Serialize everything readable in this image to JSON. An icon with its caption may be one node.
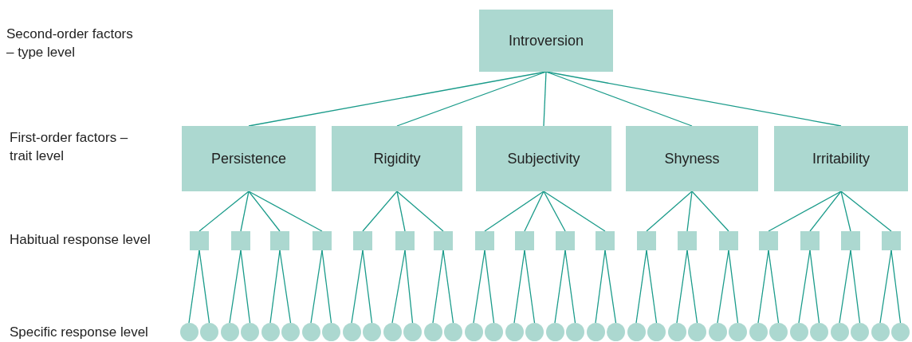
{
  "diagram": {
    "nodes": [
      {
        "text": [
          "Introversion"
        ]
      },
      {
        "text": [
          "Persistence"
        ]
      },
      {
        "text": [
          "Rigidity"
        ]
      },
      {
        "text": [
          "Subjectivity"
        ]
      },
      {
        "text": [
          "Shyness"
        ]
      },
      {
        "text": [
          "Irritability"
        ]
      },
      {
        "text": [],
        "shape": "box"
      },
      {
        "text": [],
        "shape": "box"
      },
      {
        "text": [],
        "shape": "box"
      },
      {
        "text": [],
        "shape": "box"
      },
      {
        "text": [],
        "shape": "box"
      },
      {
        "text": [],
        "shape": "box"
      },
      {
        "text": [],
        "shape": "box"
      },
      {
        "text": [],
        "shape": "box"
      },
      {
        "text": [],
        "shape": "box"
      },
      {
        "text": [],
        "shape": "box"
      },
      {
        "text": [],
        "shape": "box"
      },
      {
        "text": [],
        "shape": "box"
      },
      {
        "text": [],
        "shape": "box"
      },
      {
        "text": [],
        "shape": "box"
      },
      {
        "text": [],
        "shape": "box"
      },
      {
        "text": [],
        "shape": "box"
      },
      {
        "text": [],
        "shape": "box"
      },
      {
        "text": [],
        "shape": "box"
      },
      {
        "text": [],
        "shape": "circle"
      },
      {
        "text": [],
        "shape": "circle"
      },
      {
        "text": [],
        "shape": "circle"
      },
      {
        "text": [],
        "shape": "circle"
      },
      {
        "text": [],
        "shape": "circle"
      },
      {
        "text": [],
        "shape": "circle"
      },
      {
        "text": [],
        "shape": "circle"
      },
      {
        "text": [],
        "shape": "circle"
      },
      {
        "text": [],
        "shape": "circle"
      },
      {
        "text": [],
        "shape": "circle"
      },
      {
        "text": [],
        "shape": "circle"
      },
      {
        "text": [],
        "shape": "circle"
      },
      {
        "text": [],
        "shape": "circle"
      },
      {
        "text": [],
        "shape": "circle"
      },
      {
        "text": [],
        "shape": "circle"
      },
      {
        "text": [],
        "shape": "circle"
      },
      {
        "text": [],
        "shape": "circle"
      },
      {
        "text": [],
        "shape": "circle"
      },
      {
        "text": [],
        "shape": "circle"
      },
      {
        "text": [],
        "shape": "circle"
      },
      {
        "text": [],
        "shape": "circle"
      },
      {
        "text": [],
        "shape": "circle"
      },
      {
        "text": [],
        "shape": "circle"
      },
      {
        "text": [],
        "shape": "circle"
      },
      {
        "text": [],
        "shape": "circle"
      },
      {
        "text": [],
        "shape": "circle"
      },
      {
        "text": [],
        "shape": "circle"
      },
      {
        "text": [],
        "shape": "circle"
      },
      {
        "text": [],
        "shape": "circle"
      },
      {
        "text": [],
        "shape": "circle"
      },
      {
        "text": [],
        "shape": "circle"
      },
      {
        "text": [],
        "shape": "circle"
      },
      {
        "text": [],
        "shape": "circle"
      },
      {
        "text": [],
        "shape": "circle"
      },
      {
        "text": [],
        "shape": "circle"
      },
      {
        "text": [],
        "shape": "circle"
      }
    ],
    "edges": [
      {
        "from": 0,
        "to": 1,
        "arrow": "none"
      },
      {
        "from": 0,
        "to": 2,
        "arrow": "none"
      },
      {
        "from": 0,
        "to": 3,
        "arrow": "none"
      },
      {
        "from": 0,
        "to": 4,
        "arrow": "none"
      },
      {
        "from": 0,
        "to": 5,
        "arrow": "none"
      },
      {
        "from": 1,
        "to": 6,
        "arrow": "none"
      },
      {
        "from": 1,
        "to": 7,
        "arrow": "none"
      },
      {
        "from": 1,
        "to": 8,
        "arrow": "none"
      },
      {
        "from": 1,
        "to": 9,
        "arrow": "none"
      },
      {
        "from": 2,
        "to": 10,
        "arrow": "none"
      },
      {
        "from": 2,
        "to": 11,
        "arrow": "none"
      },
      {
        "from": 2,
        "to": 12,
        "arrow": "none"
      },
      {
        "from": 3,
        "to": 13,
        "arrow": "none"
      },
      {
        "from": 3,
        "to": 14,
        "arrow": "none"
      },
      {
        "from": 3,
        "to": 15,
        "arrow": "none"
      },
      {
        "from": 3,
        "to": 16,
        "arrow": "none"
      },
      {
        "from": 4,
        "to": 17,
        "arrow": "none"
      },
      {
        "from": 4,
        "to": 18,
        "arrow": "none"
      },
      {
        "from": 4,
        "to": 19,
        "arrow": "none"
      },
      {
        "from": 5,
        "to": 20,
        "arrow": "none"
      },
      {
        "from": 5,
        "to": 21,
        "arrow": "none"
      },
      {
        "from": 5,
        "to": 22,
        "arrow": "none"
      },
      {
        "from": 5,
        "to": 23,
        "arrow": "none"
      },
      {
        "from": 6,
        "to": 24,
        "arrow": "none"
      },
      {
        "from": 6,
        "to": 25,
        "arrow": "none"
      },
      {
        "from": 7,
        "to": 26,
        "arrow": "none"
      },
      {
        "from": 7,
        "to": 27,
        "arrow": "none"
      },
      {
        "from": 8,
        "to": 28,
        "arrow": "none"
      },
      {
        "from": 8,
        "to": 29,
        "arrow": "none"
      },
      {
        "from": 9,
        "to": 30,
        "arrow": "none"
      },
      {
        "from": 9,
        "to": 31,
        "arrow": "none"
      },
      {
        "from": 10,
        "to": 32,
        "arrow": "none"
      },
      {
        "from": 10,
        "to": 33,
        "arrow": "none"
      },
      {
        "from": 11,
        "to": 34,
        "arrow": "none"
      },
      {
        "from": 11,
        "to": 35,
        "arrow": "none"
      },
      {
        "from": 12,
        "to": 36,
        "arrow": "none"
      },
      {
        "from": 12,
        "to": 37,
        "arrow": "none"
      },
      {
        "from": 13,
        "to": 38,
        "arrow": "none"
      },
      {
        "from": 13,
        "to": 39,
        "arrow": "none"
      },
      {
        "from": 14,
        "to": 40,
        "arrow": "none"
      },
      {
        "from": 14,
        "to": 41,
        "arrow": "none"
      },
      {
        "from": 15,
        "to": 42,
        "arrow": "none"
      },
      {
        "from": 15,
        "to": 43,
        "arrow": "none"
      },
      {
        "from": 16,
        "to": 44,
        "arrow": "none"
      },
      {
        "from": 16,
        "to": 45,
        "arrow": "none"
      },
      {
        "from": 17,
        "to": 46,
        "arrow": "none"
      },
      {
        "from": 17,
        "to": 47,
        "arrow": "none"
      },
      {
        "from": 18,
        "to": 48,
        "arrow": "none"
      },
      {
        "from": 18,
        "to": 49,
        "arrow": "none"
      },
      {
        "from": 19,
        "to": 50,
        "arrow": "none"
      },
      {
        "from": 19,
        "to": 51,
        "arrow": "none"
      },
      {
        "from": 20,
        "to": 52,
        "arrow": "none"
      },
      {
        "from": 20,
        "to": 53,
        "arrow": "none"
      },
      {
        "from": 21,
        "to": 54,
        "arrow": "none"
      },
      {
        "from": 21,
        "to": 55,
        "arrow": "none"
      },
      {
        "from": 22,
        "to": 56,
        "arrow": "none"
      },
      {
        "from": 22,
        "to": 57,
        "arrow": "none"
      },
      {
        "from": 23,
        "to": 58,
        "arrow": "none"
      },
      {
        "from": 23,
        "to": 59,
        "arrow": "none"
      }
    ],
    "labels": [
      "Second-order factors – type level",
      "First-order factors – trait level",
      "Habitual response level",
      "Specific response level"
    ]
  }
}
